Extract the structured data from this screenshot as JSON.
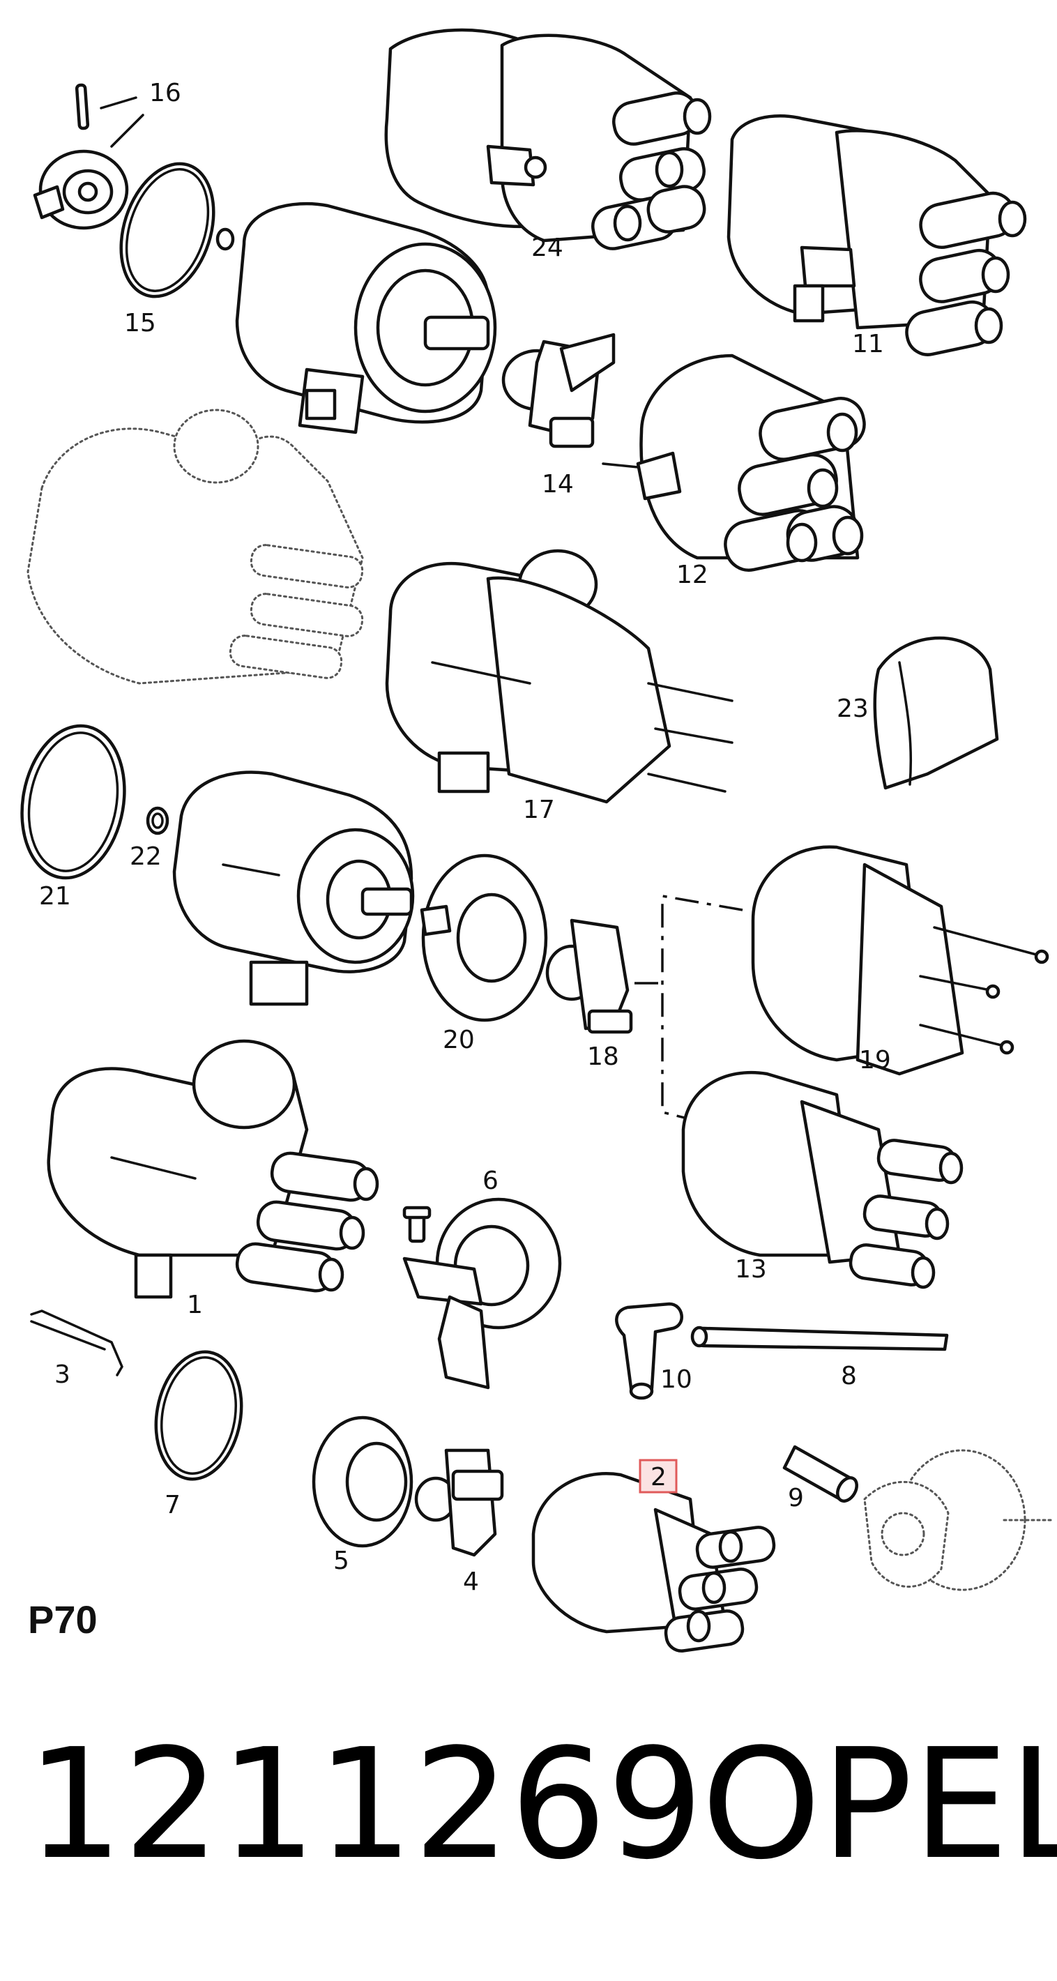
{
  "diagram": {
    "callouts": [
      "16",
      "15",
      "24",
      "11",
      "14",
      "12",
      "21",
      "22",
      "17",
      "23",
      "20",
      "18",
      "19",
      "6",
      "1",
      "13",
      "3",
      "10",
      "8",
      "7",
      "2",
      "9",
      "5",
      "4"
    ],
    "highlighted_callout": "2",
    "highlight_color": "#e05a5a",
    "page_code": "P70"
  },
  "footer": {
    "part_number": "1211269",
    "brand": "OPEL"
  }
}
